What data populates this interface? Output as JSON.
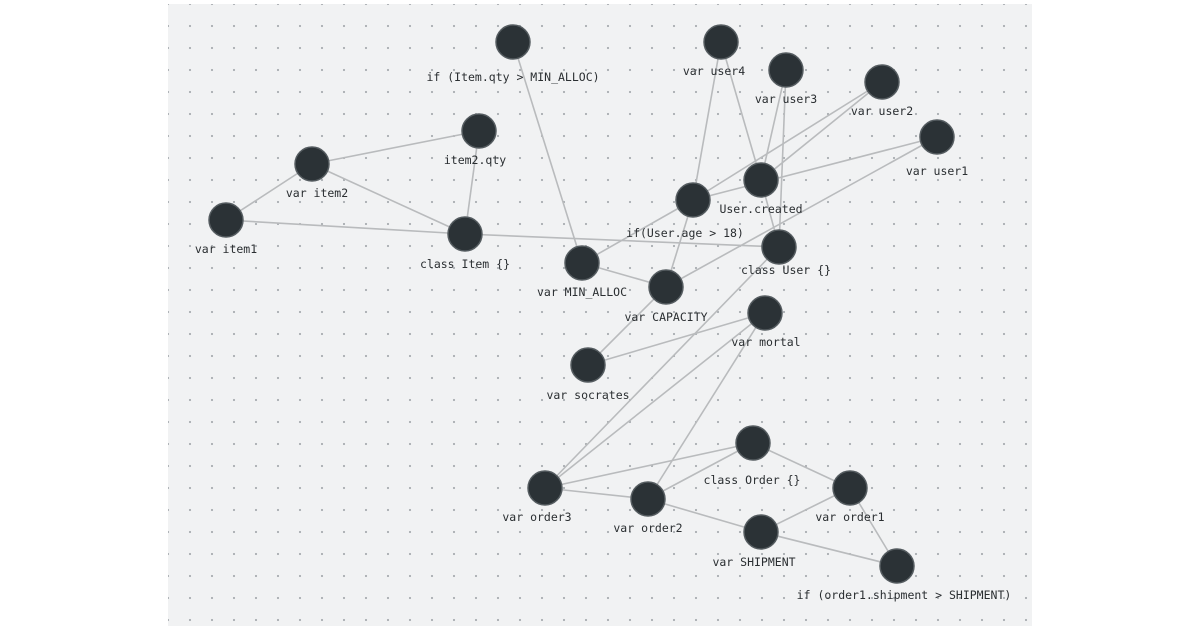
{
  "graph": {
    "nodes": [
      {
        "id": "if_item_qty",
        "label": "if (Item.qty > MIN_ALLOC)"
      },
      {
        "id": "var_user4",
        "label": "var user4"
      },
      {
        "id": "var_user3",
        "label": "var user3"
      },
      {
        "id": "var_user2",
        "label": "var user2"
      },
      {
        "id": "var_user1",
        "label": "var user1"
      },
      {
        "id": "item2_qty",
        "label": "item2.qty"
      },
      {
        "id": "var_item2",
        "label": "var item2"
      },
      {
        "id": "var_item1",
        "label": "var item1"
      },
      {
        "id": "class_item",
        "label": "class Item {}"
      },
      {
        "id": "user_created",
        "label": "User.created"
      },
      {
        "id": "if_user_age",
        "label": "if(User.age > 18)"
      },
      {
        "id": "class_user",
        "label": "class User {}"
      },
      {
        "id": "var_min_alloc",
        "label": "var MIN_ALLOC"
      },
      {
        "id": "var_capacity",
        "label": "var CAPACITY"
      },
      {
        "id": "var_mortal",
        "label": "var mortal"
      },
      {
        "id": "var_socrates",
        "label": "var socrates"
      },
      {
        "id": "class_order",
        "label": "class Order {}"
      },
      {
        "id": "var_order3",
        "label": "var order3"
      },
      {
        "id": "var_order2",
        "label": "var order2"
      },
      {
        "id": "var_order1",
        "label": "var order1"
      },
      {
        "id": "var_shipment",
        "label": "var SHIPMENT"
      },
      {
        "id": "if_order_shipment",
        "label": "if (order1.shipment > SHIPMENT)"
      }
    ],
    "edges": [
      [
        "if_item_qty",
        "var_min_alloc"
      ],
      [
        "item2_qty",
        "var_item2"
      ],
      [
        "item2_qty",
        "class_item"
      ],
      [
        "var_item2",
        "var_item1"
      ],
      [
        "var_item2",
        "class_item"
      ],
      [
        "var_item1",
        "class_item"
      ],
      [
        "class_item",
        "class_user"
      ],
      [
        "var_user4",
        "if_user_age"
      ],
      [
        "var_user4",
        "user_created"
      ],
      [
        "var_user3",
        "user_created"
      ],
      [
        "var_user3",
        "class_user"
      ],
      [
        "var_user2",
        "if_user_age"
      ],
      [
        "var_user2",
        "user_created"
      ],
      [
        "var_user1",
        "if_user_age"
      ],
      [
        "var_user1",
        "var_capacity"
      ],
      [
        "user_created",
        "class_user"
      ],
      [
        "if_user_age",
        "var_min_alloc"
      ],
      [
        "if_user_age",
        "var_capacity"
      ],
      [
        "var_min_alloc",
        "var_capacity"
      ],
      [
        "var_capacity",
        "var_socrates"
      ],
      [
        "var_socrates",
        "var_mortal"
      ],
      [
        "var_mortal",
        "var_order3"
      ],
      [
        "var_mortal",
        "var_order2"
      ],
      [
        "class_user",
        "var_order3"
      ],
      [
        "var_order3",
        "var_order2"
      ],
      [
        "var_order3",
        "class_order"
      ],
      [
        "class_order",
        "var_order2"
      ],
      [
        "class_order",
        "var_order1"
      ],
      [
        "var_order2",
        "var_shipment"
      ],
      [
        "var_shipment",
        "var_order1"
      ],
      [
        "var_shipment",
        "if_order_shipment"
      ],
      [
        "var_order1",
        "if_order_shipment"
      ]
    ]
  }
}
